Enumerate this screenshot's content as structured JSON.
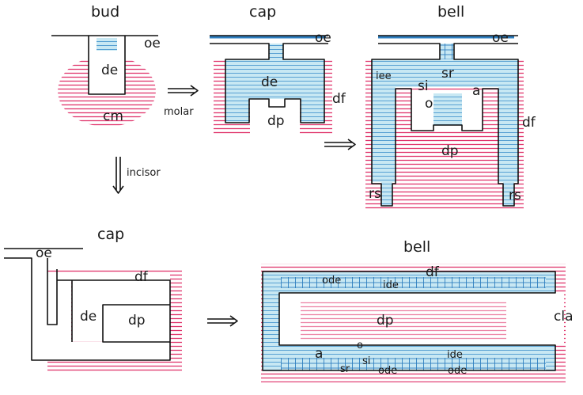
{
  "colors": {
    "blue_fill": "#bfe3f0",
    "blue_line": "#2f7fc0",
    "pink_line": "#e0336b",
    "outline": "#111111"
  },
  "top_row": {
    "bud": {
      "title": "bud",
      "oe": "oe",
      "de": "de",
      "cm": "cm"
    },
    "arrow_molar": "molar",
    "cap": {
      "title": "cap",
      "oe": "oe",
      "de": "de",
      "dp": "dp",
      "df": "df"
    },
    "bell": {
      "title": "bell",
      "oe": "oe",
      "iee": "iee",
      "si": "si",
      "sr": "sr",
      "o": "o",
      "a": "a",
      "df": "df",
      "dp": "dp",
      "rs_left": "rs",
      "rs_right": "rs"
    }
  },
  "arrow_incisor": "incisor",
  "bottom_row": {
    "cap": {
      "title": "cap",
      "oe": "oe",
      "df": "df",
      "de": "de",
      "dp": "dp"
    },
    "bell": {
      "title": "bell",
      "ode_top": "ode",
      "ide_top": "ide",
      "df": "df",
      "dp": "dp",
      "cla": "cla",
      "a": "a",
      "o": "o",
      "si": "si",
      "sr": "sr",
      "ode_bottom": "ode",
      "ide_bottom": "ide",
      "ode_bottom2": "ode"
    }
  }
}
